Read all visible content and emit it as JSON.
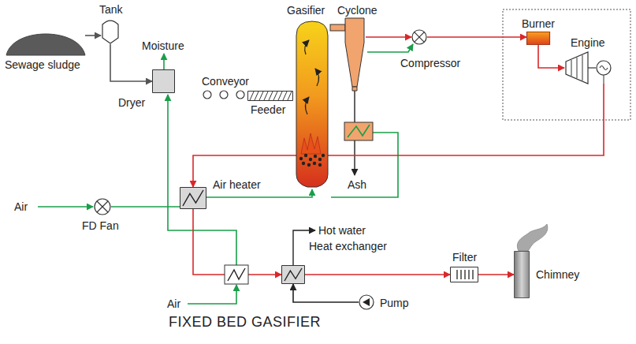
{
  "diagram": {
    "caption": "FIXED BED GASIFIER",
    "nodes": [
      {
        "text": [
          "Tank"
        ]
      },
      {
        "text": [
          "Sewage sludge"
        ]
      },
      {
        "text": [
          "Dryer"
        ]
      },
      {
        "text": [
          "Conveyor"
        ]
      },
      {
        "text": [
          "Feeder"
        ]
      },
      {
        "text": [
          "Gasifier"
        ]
      },
      {
        "text": [
          "Cyclone"
        ]
      },
      {
        "text": [
          "Compressor"
        ]
      },
      {
        "text": [
          "Burner"
        ]
      },
      {
        "text": [
          "Engine"
        ]
      },
      {
        "text": [
          "Air heater"
        ]
      },
      {
        "text": [
          "FD Fan"
        ]
      },
      {
        "text": [
          "Heat exchanger"
        ]
      },
      {
        "text": [
          "Filter"
        ]
      },
      {
        "text": [
          "Chimney"
        ]
      },
      {
        "text": [
          "Pump"
        ]
      }
    ],
    "edges": [
      {
        "from": 1,
        "to": 0,
        "arrow": "to"
      },
      {
        "from": 0,
        "to": 2,
        "arrow": "to"
      },
      {
        "from": 6,
        "to": 7,
        "arrow": "to"
      },
      {
        "from": 7,
        "to": 8,
        "arrow": "to"
      },
      {
        "from": 8,
        "to": 9,
        "arrow": "to"
      },
      {
        "from": 9,
        "to": 10,
        "arrow": "to"
      },
      {
        "from": 11,
        "to": 10,
        "arrow": "none"
      },
      {
        "from": 10,
        "to": 5,
        "arrow": "to"
      },
      {
        "from": 10,
        "to": 12,
        "arrow": "to"
      },
      {
        "from": 12,
        "to": 13,
        "arrow": "to"
      },
      {
        "from": 13,
        "to": 14,
        "arrow": "to"
      },
      {
        "from": 15,
        "to": 12,
        "arrow": "to"
      }
    ],
    "labels": [
      "Moisture",
      "Air",
      "Ash",
      "Hot water",
      "Air"
    ]
  }
}
